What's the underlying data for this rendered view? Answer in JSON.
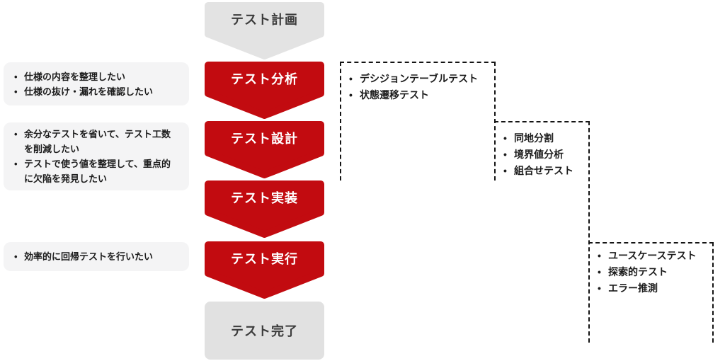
{
  "flow_steps": [
    {
      "label": "テスト計画",
      "variant": "gray"
    },
    {
      "label": "テスト分析",
      "variant": "red"
    },
    {
      "label": "テスト設計",
      "variant": "red"
    },
    {
      "label": "テスト実装",
      "variant": "red"
    },
    {
      "label": "テスト実行",
      "variant": "red"
    },
    {
      "label": "テスト完了",
      "variant": "gray-box"
    }
  ],
  "goal_boxes": [
    {
      "aligned_step": "テスト分析",
      "items": [
        "仕様の内容を整理したい",
        "仕様の抜け・漏れを確認したい"
      ]
    },
    {
      "aligned_step": "テスト設計",
      "items": [
        "余分なテストを省いて、テスト工数を削減したい",
        "テストで使う値を整理して、重点的に欠陥を発見したい"
      ]
    },
    {
      "aligned_step": "テスト実行",
      "items": [
        "効率的に回帰テストを行いたい"
      ]
    }
  ],
  "technique_boxes": [
    {
      "aligned_step": "テスト分析",
      "items": [
        "デシジョンテーブルテスト",
        "状態遷移テスト"
      ]
    },
    {
      "aligned_step": "テスト設計",
      "items": [
        "同地分割",
        "境界値分析",
        "組合せテスト"
      ]
    },
    {
      "aligned_step": "テスト実行",
      "items": [
        "ユースケーステスト",
        "探索的テスト",
        "エラー推測"
      ]
    }
  ],
  "colors": {
    "accent_red": "#c20b10",
    "shape_gray": "#e3e3e3",
    "end_gray": "#e1e1e1",
    "panel_gray": "#f4f4f5",
    "line_dark": "#141414",
    "text_dark": "#1c1c1c",
    "chevron_text_light": "#ffffff",
    "chevron_text_dark": "#3c3c3c"
  }
}
